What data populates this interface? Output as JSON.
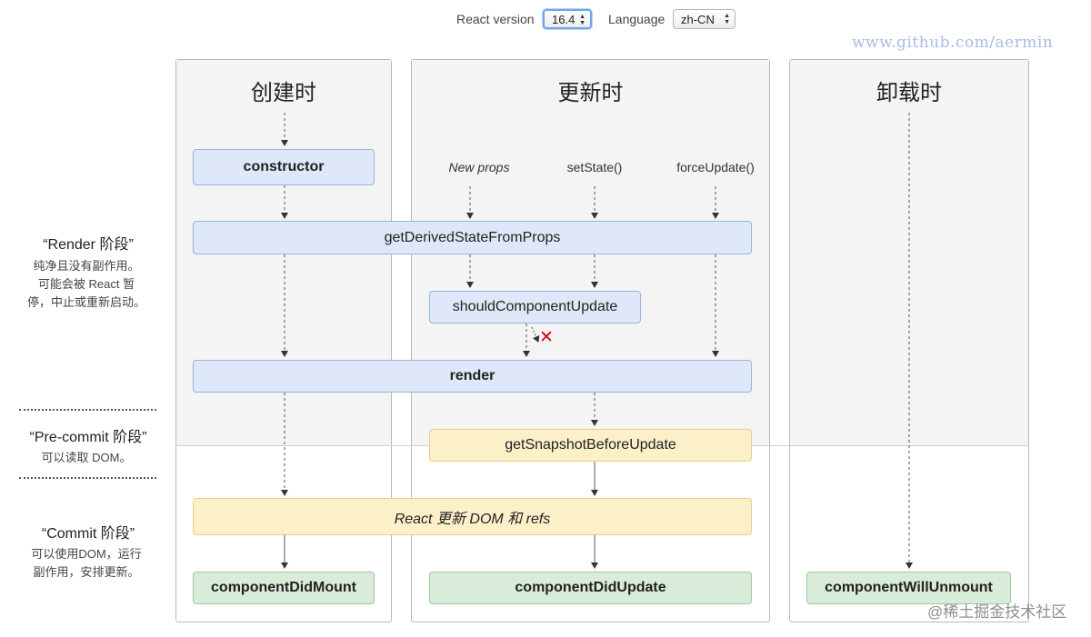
{
  "controls": {
    "react_version_label": "React version",
    "react_version_value": "16.4",
    "language_label": "Language",
    "language_value": "zh-CN"
  },
  "watermark": "www.github.com/aermin",
  "columns": {
    "mount": {
      "title": "创建时"
    },
    "update": {
      "title": "更新时"
    },
    "unmount": {
      "title": "卸载时"
    }
  },
  "triggers": {
    "new_props": "New props",
    "set_state": "setState()",
    "force_update": "forceUpdate()"
  },
  "methods": {
    "constructor": "constructor",
    "get_derived_state": "getDerivedStateFromProps",
    "should_update": "shouldComponentUpdate",
    "render": "render",
    "get_snapshot": "getSnapshotBeforeUpdate",
    "react_updates_dom": "React 更新 DOM 和 refs",
    "did_mount": "componentDidMount",
    "did_update": "componentDidUpdate",
    "will_unmount": "componentWillUnmount"
  },
  "phases": {
    "render": {
      "title": "“Render 阶段”",
      "desc": [
        "纯净且没有副作用。",
        "可能会被 React 暂",
        "停，中止或重新启动。"
      ]
    },
    "precommit": {
      "title": "“Pre-commit 阶段”",
      "desc": [
        "可以读取 DOM。"
      ]
    },
    "commit": {
      "title": "“Commit 阶段”",
      "desc": [
        "可以使用DOM，运行",
        "副作用，安排更新。"
      ]
    }
  },
  "cancel_mark": "✕",
  "credit": "@稀土掘金技术社区",
  "colors": {
    "render_phase_box": "#dfe8f8",
    "precommit_box": "#fcf0c9",
    "commit_box": "#d9ecd9",
    "cancel": "#d0021b",
    "watermark": "#aabbe6"
  }
}
